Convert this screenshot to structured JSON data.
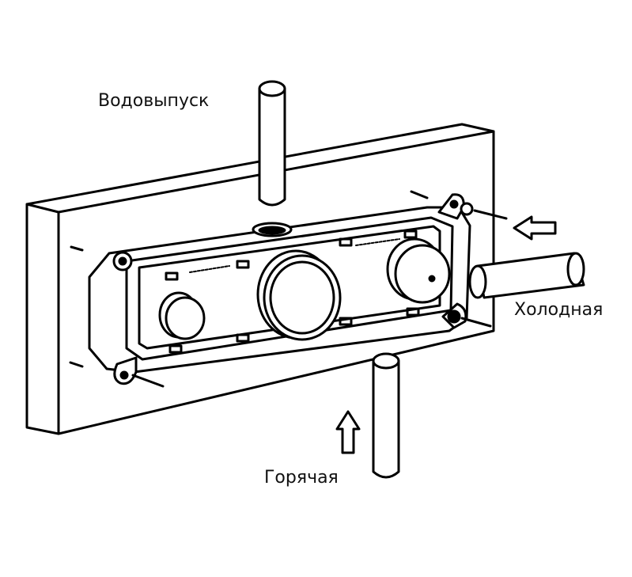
{
  "labels": {
    "outlet": "Водовыпуск",
    "cold": "Холодная",
    "hot": "Горячая"
  },
  "colors": {
    "line": "#000000",
    "background": "#ffffff"
  },
  "icons": {
    "outlet_pipe": "pipe-icon",
    "cold_pipe": "pipe-icon",
    "hot_pipe": "pipe-icon",
    "cold_arrow": "arrow-left-icon",
    "hot_arrow": "arrow-up-icon"
  }
}
